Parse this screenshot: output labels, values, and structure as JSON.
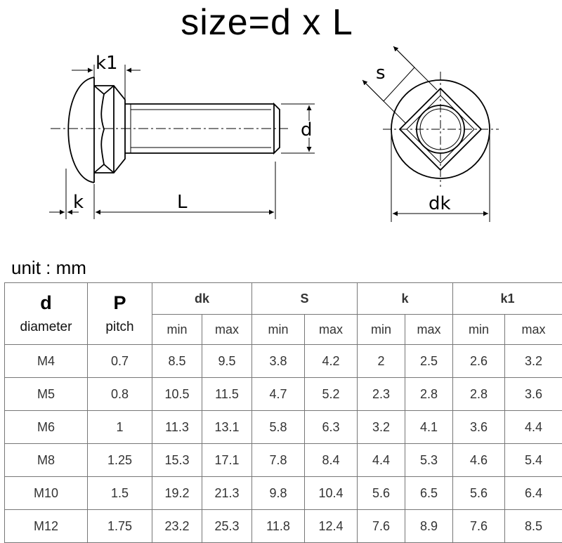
{
  "title": "size=d x L",
  "drawing": {
    "labels": {
      "k1": "k1",
      "s": "s",
      "d": "d",
      "k": "k",
      "L": "L",
      "dk": "dk"
    }
  },
  "unit_label": "unit : mm",
  "table": {
    "groups": [
      {
        "symbol": "d",
        "sub": "diameter"
      },
      {
        "symbol": "P",
        "sub": "pitch"
      },
      {
        "symbol": "dk"
      },
      {
        "symbol": "S"
      },
      {
        "symbol": "k"
      },
      {
        "symbol": "k1"
      }
    ],
    "min_label": "min",
    "max_label": "max",
    "rows": [
      [
        "M4",
        "0.7",
        "8.5",
        "9.5",
        "3.8",
        "4.2",
        "2",
        "2.5",
        "2.6",
        "3.2"
      ],
      [
        "M5",
        "0.8",
        "10.5",
        "11.5",
        "4.7",
        "5.2",
        "2.3",
        "2.8",
        "2.8",
        "3.6"
      ],
      [
        "M6",
        "1",
        "11.3",
        "13.1",
        "5.8",
        "6.3",
        "3.2",
        "4.1",
        "3.6",
        "4.4"
      ],
      [
        "M8",
        "1.25",
        "15.3",
        "17.1",
        "7.8",
        "8.4",
        "4.4",
        "5.3",
        "4.6",
        "5.4"
      ],
      [
        "M10",
        "1.5",
        "19.2",
        "21.3",
        "9.8",
        "10.4",
        "5.6",
        "6.5",
        "5.6",
        "6.4"
      ],
      [
        "M12",
        "1.75",
        "23.2",
        "25.3",
        "11.8",
        "12.4",
        "7.6",
        "8.9",
        "7.6",
        "8.5"
      ]
    ]
  }
}
